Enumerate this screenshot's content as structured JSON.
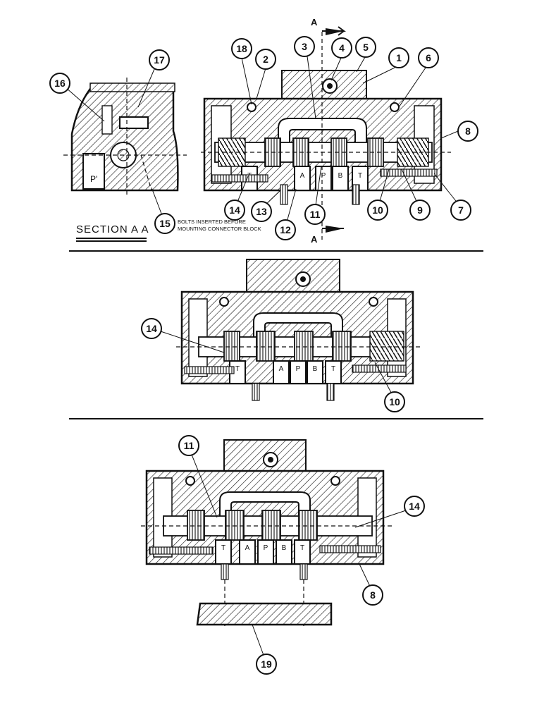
{
  "section_title": "SECTION A A",
  "section_letter_top": "A",
  "section_letter_bottom": "A",
  "note_line1": "BOLTS INSERTED BEFORE",
  "note_line2": "MOUNTING CONNECTOR BLOCK",
  "port_labels": {
    "t": "T",
    "a": "A",
    "p": "P",
    "b": "B"
  },
  "side_port": "P'",
  "callouts": {
    "c1": "1",
    "c2": "2",
    "c3": "3",
    "c4": "4",
    "c5": "5",
    "c6": "6",
    "c7": "7",
    "c8": "8",
    "c9": "9",
    "c10": "10",
    "c11": "11",
    "c12": "12",
    "c13": "13",
    "c14": "14",
    "c15": "15",
    "c16": "16",
    "c17": "17",
    "c18": "18",
    "c19": "19"
  }
}
